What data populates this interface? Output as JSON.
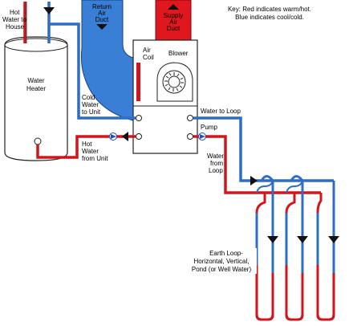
{
  "key": {
    "red": "Key: Red indicates warm/hot.",
    "blue": "Blue indicates cool/cold."
  },
  "labels": {
    "hot_water_to_house": [
      "Hot",
      "Water to",
      "House"
    ],
    "return_air_duct": [
      "Return",
      "Air",
      "Duct"
    ],
    "supply_air_duct": [
      "Supply",
      "Air",
      "Duct"
    ],
    "air_coil": [
      "Air",
      "Coil"
    ],
    "blower": "Blower",
    "water_heater": [
      "Water",
      "Heater"
    ],
    "cold_water_to_unit": [
      "Cold",
      "Water",
      "to Unit"
    ],
    "water_to_loop": "Water to Loop",
    "pump": "Pump",
    "hot_water_from_unit": [
      "Hot",
      "Water",
      "from Unit"
    ],
    "water_from_loop": [
      "Water",
      "from",
      "Loop"
    ],
    "earth_loop": [
      "Earth Loop-",
      "Horizontal, Vertical,",
      "Pond (or Well Water)"
    ]
  },
  "colors": {
    "hot": "#d0161b",
    "cold": "#2f6dc2",
    "return_duct": "#3a7fd6",
    "supply_duct": "#e0171e",
    "outline": "#222222",
    "pump": "#1f4fbf"
  }
}
